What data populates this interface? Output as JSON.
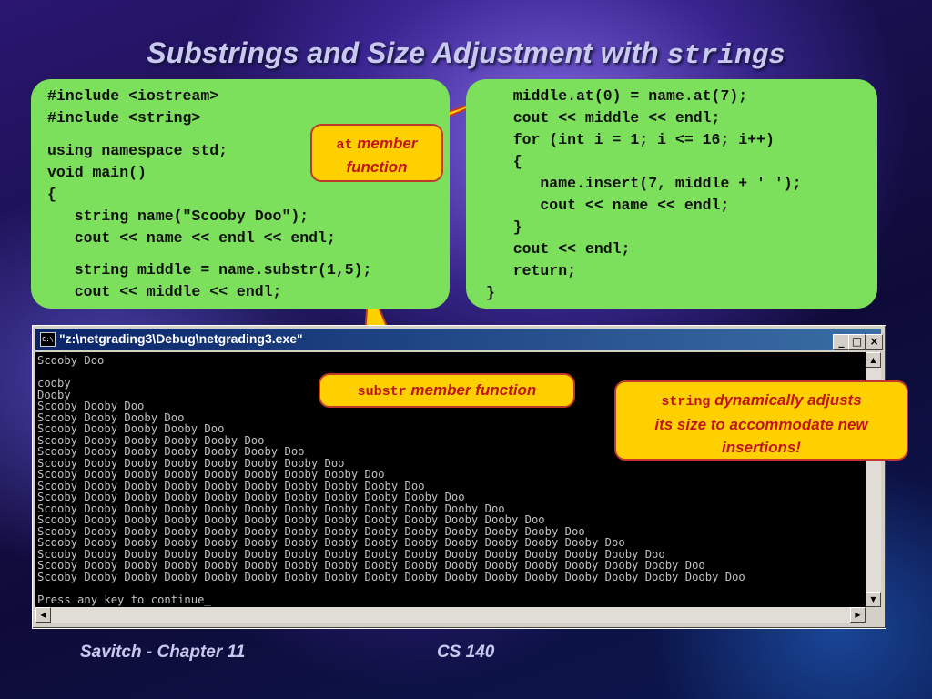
{
  "slide": {
    "title_prefix": "Substrings and Size Adjustment with ",
    "title_code": "strings",
    "footer_left": "Savitch - Chapter 11",
    "footer_center": "CS 140"
  },
  "code_left": [
    "#include <iostream>",
    "#include <string>",
    "using namespace std;",
    "void main()",
    "{",
    "   string name(\"Scooby Doo\");",
    "   cout << name << endl << endl;",
    "   string middle = name.substr(1,5);",
    "   cout << middle << endl;"
  ],
  "code_right": [
    "   middle.at(0) = name.at(7);",
    "   cout << middle << endl;",
    "   for (int i = 1; i <= 16; i++)",
    "   {",
    "      name.insert(7, middle + ' ');",
    "      cout << name << endl;",
    "   }",
    "   cout << endl;",
    "   return;",
    "}"
  ],
  "callouts": {
    "at": {
      "code": "at",
      "text1": " member",
      "text2": "function"
    },
    "substr": {
      "code": "substr",
      "text": " member function"
    },
    "string": {
      "code": "string",
      "text1": " dynamically adjusts",
      "text2": "its size to accommodate new",
      "text3": "insertions!"
    }
  },
  "console": {
    "window_title": "\"z:\\netgrading3\\Debug\\netgrading3.exe\"",
    "icon_label": "C:\\",
    "lines": [
      "Scooby Doo",
      "",
      "cooby",
      "Dooby",
      "Scooby Dooby Doo",
      "Scooby Dooby Dooby Doo",
      "Scooby Dooby Dooby Dooby Doo",
      "Scooby Dooby Dooby Dooby Dooby Doo",
      "Scooby Dooby Dooby Dooby Dooby Dooby Doo",
      "Scooby Dooby Dooby Dooby Dooby Dooby Dooby Doo",
      "Scooby Dooby Dooby Dooby Dooby Dooby Dooby Dooby Doo",
      "Scooby Dooby Dooby Dooby Dooby Dooby Dooby Dooby Dooby Doo",
      "Scooby Dooby Dooby Dooby Dooby Dooby Dooby Dooby Dooby Dooby Doo",
      "Scooby Dooby Dooby Dooby Dooby Dooby Dooby Dooby Dooby Dooby Dooby Doo",
      "Scooby Dooby Dooby Dooby Dooby Dooby Dooby Dooby Dooby Dooby Dooby Dooby Doo",
      "Scooby Dooby Dooby Dooby Dooby Dooby Dooby Dooby Dooby Dooby Dooby Dooby Dooby Doo",
      "Scooby Dooby Dooby Dooby Dooby Dooby Dooby Dooby Dooby Dooby Dooby Dooby Dooby Dooby Doo",
      "Scooby Dooby Dooby Dooby Dooby Dooby Dooby Dooby Dooby Dooby Dooby Dooby Dooby Dooby Dooby Doo",
      "Scooby Dooby Dooby Dooby Dooby Dooby Dooby Dooby Dooby Dooby Dooby Dooby Dooby Dooby Dooby Dooby Doo",
      "Scooby Dooby Dooby Dooby Dooby Dooby Dooby Dooby Dooby Dooby Dooby Dooby Dooby Dooby Dooby Dooby Dooby Doo",
      "",
      "Press any key to continue_"
    ]
  },
  "window_buttons": {
    "minimize": "_",
    "maximize": "□",
    "close": "×"
  },
  "scroll_arrows": {
    "up": "▲",
    "down": "▼",
    "left": "◀",
    "right": "▶"
  },
  "colors": {
    "code_box": "#7ce05c",
    "callout_fill": "#ffd000",
    "callout_text": "#c0141e",
    "titlebar": "#0a246a",
    "title_text": "#c9c9ef"
  }
}
